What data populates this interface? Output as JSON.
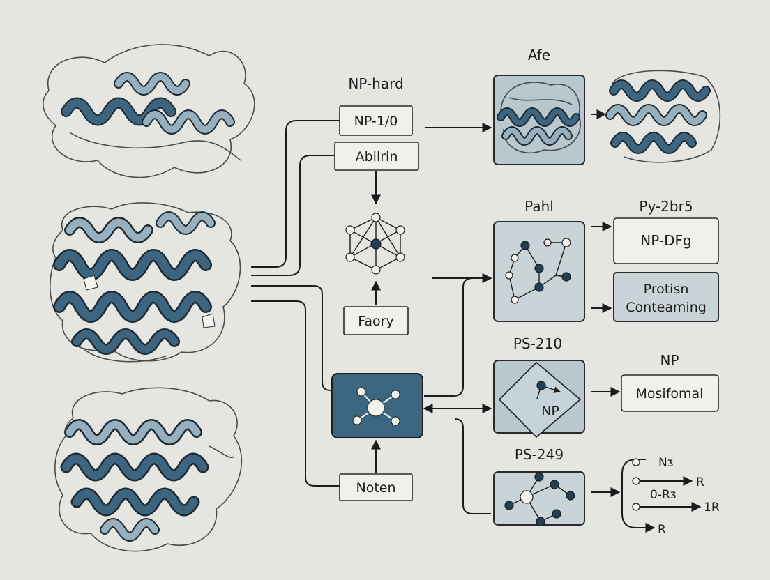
{
  "labels": {
    "np_hard": "NP-hard",
    "np_110": "NP-1/0",
    "abilrin": "Abilrin",
    "faory": "Faory",
    "noten": "Noten",
    "afe": "Afe",
    "pahl": "Pahl",
    "py_2br5": "Py-2br5",
    "np_dfg": "NP-DFg",
    "protisn": "Protisn",
    "conteaming": "Conteaming",
    "ps_210": "PS-210",
    "np_inner": "NP",
    "np_right": "NP",
    "mosifomal": "Mosifomal",
    "ps_249": "PS-249",
    "n_sub": "Nᴣ",
    "r_top": "R",
    "zero_r": "0-Rᴣ",
    "one_r": "1R",
    "r_bottom": "R"
  },
  "colors": {
    "background": "#e5e5e1",
    "ribbon_dark": "#3e6580",
    "ribbon_light": "#98b0be",
    "box_dark": "#3c6580",
    "box_mid": "#b9c7ce",
    "node_dark": "#233f56"
  }
}
